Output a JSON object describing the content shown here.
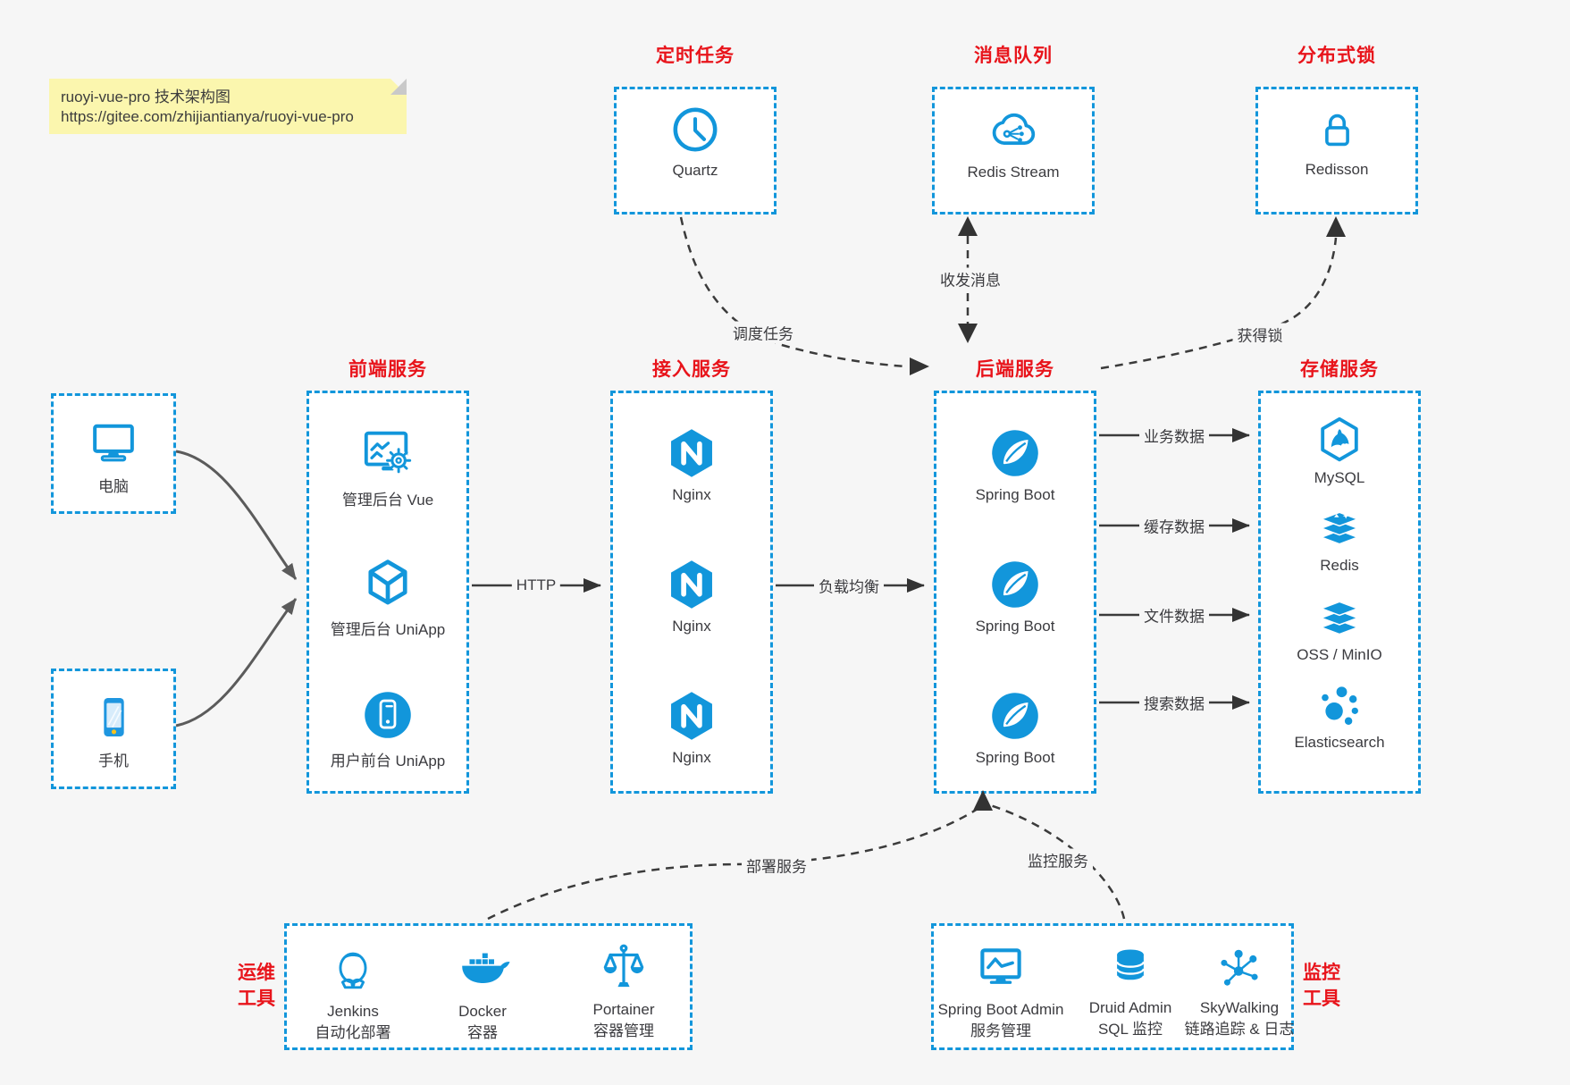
{
  "note": {
    "line1": "ruoyi-vue-pro 技术架构图",
    "line2": "https://gitee.com/zhijiantianya/ruoyi-vue-pro"
  },
  "groups": {
    "scheduler": {
      "title": "定时任务",
      "items": [
        {
          "icon": "clock-icon",
          "label": "Quartz"
        }
      ]
    },
    "mq": {
      "title": "消息队列",
      "items": [
        {
          "icon": "cloud-share-icon",
          "label": "Redis Stream"
        }
      ]
    },
    "lock": {
      "title": "分布式锁",
      "items": [
        {
          "icon": "lock-icon",
          "label": "Redisson"
        }
      ]
    },
    "devices": {
      "items": [
        {
          "icon": "desktop-icon",
          "label": "电脑"
        },
        {
          "icon": "smartphone-icon",
          "label": "手机"
        }
      ]
    },
    "frontend": {
      "title": "前端服务",
      "items": [
        {
          "icon": "admin-vue-icon",
          "label": "管理后台 Vue"
        },
        {
          "icon": "cube-icon",
          "label": "管理后台 UniApp"
        },
        {
          "icon": "phone-circle-icon",
          "label": "用户前台 UniApp"
        }
      ]
    },
    "gateway": {
      "title": "接入服务",
      "items": [
        {
          "icon": "nginx-icon",
          "label": "Nginx"
        },
        {
          "icon": "nginx-icon",
          "label": "Nginx"
        },
        {
          "icon": "nginx-icon",
          "label": "Nginx"
        }
      ]
    },
    "backend": {
      "title": "后端服务",
      "items": [
        {
          "icon": "springboot-icon",
          "label": "Spring Boot"
        },
        {
          "icon": "springboot-icon",
          "label": "Spring Boot"
        },
        {
          "icon": "springboot-icon",
          "label": "Spring Boot"
        }
      ]
    },
    "storage": {
      "title": "存储服务",
      "items": [
        {
          "icon": "mysql-icon",
          "label": "MySQL"
        },
        {
          "icon": "redis-icon",
          "label": "Redis"
        },
        {
          "icon": "stack-icon",
          "label": "OSS / MinIO"
        },
        {
          "icon": "elasticsearch-icon",
          "label": "Elasticsearch"
        }
      ]
    },
    "ops": {
      "title": "运维\n工具",
      "items": [
        {
          "icon": "jenkins-icon",
          "label": "Jenkins",
          "sublabel": "自动化部署"
        },
        {
          "icon": "docker-icon",
          "label": "Docker",
          "sublabel": "容器"
        },
        {
          "icon": "portainer-icon",
          "label": "Portainer",
          "sublabel": "容器管理"
        }
      ]
    },
    "monitoring": {
      "title": "监控\n工具",
      "items": [
        {
          "icon": "sba-icon",
          "label": "Spring Boot Admin",
          "sublabel": "服务管理"
        },
        {
          "icon": "druid-icon",
          "label": "Druid Admin",
          "sublabel": "SQL 监控"
        },
        {
          "icon": "skywalking-icon",
          "label": "SkyWalking",
          "sublabel": "链路追踪 & 日志"
        }
      ]
    }
  },
  "edges": {
    "http": "HTTP",
    "load_balance": "负载均衡",
    "business_data": "业务数据",
    "cache_data": "缓存数据",
    "file_data": "文件数据",
    "search_data": "搜索数据",
    "schedule_task": "调度任务",
    "message": "收发消息",
    "lock": "获得锁",
    "deploy": "部署服务",
    "monitor": "监控服务"
  },
  "colors": {
    "accent_blue": "#1296db",
    "title_red": "#e8141b",
    "note_yellow": "#fbf6ae",
    "background": "#f6f6f6"
  }
}
